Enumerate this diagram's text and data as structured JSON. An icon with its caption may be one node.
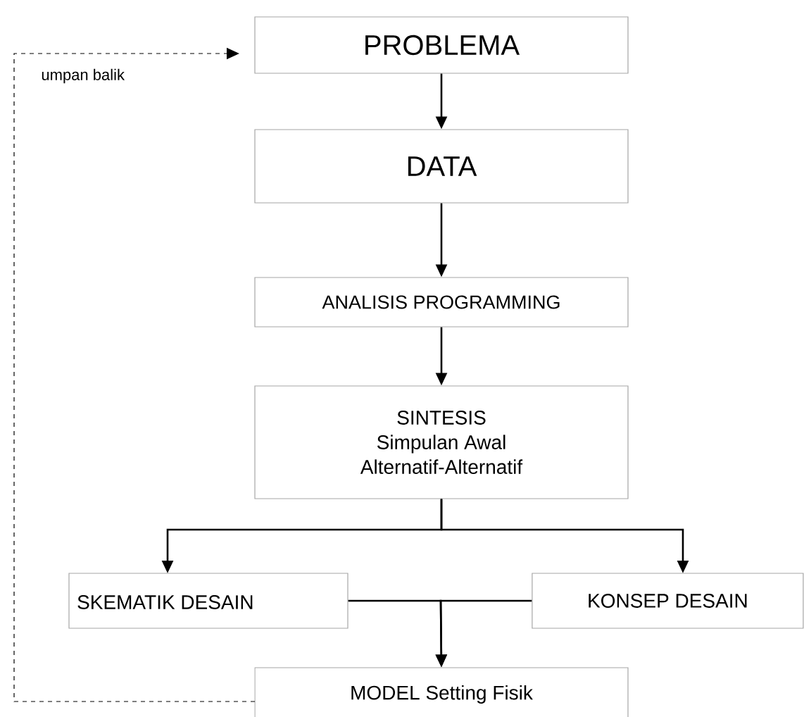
{
  "diagram": {
    "nodes": [
      {
        "text": [
          "PROBLEMA"
        ]
      },
      {
        "text": [
          "DATA"
        ]
      },
      {
        "text": [
          "ANALISIS PROGRAMMING"
        ]
      },
      {
        "text": [
          "SINTESIS",
          "Simpulan Awal Alternatif-Alternatif"
        ]
      },
      {
        "text": [
          "SKEMATIK DESAIN"
        ]
      },
      {
        "text": [
          "KONSEP DESAIN"
        ]
      },
      {
        "text": [
          "MODEL Setting Fisik"
        ]
      }
    ],
    "edges": [
      {
        "from": 0,
        "to": 1,
        "arrow": "to"
      },
      {
        "from": 1,
        "to": 2,
        "arrow": "to"
      },
      {
        "from": 2,
        "to": 3,
        "arrow": "to"
      },
      {
        "from": 3,
        "to": 4,
        "arrow": "to"
      },
      {
        "from": 3,
        "to": 5,
        "arrow": "to"
      },
      {
        "from": 4,
        "to": 6,
        "arrow": "to"
      },
      {
        "from": 5,
        "to": 6,
        "arrow": "to"
      },
      {
        "from": 6,
        "to": 0,
        "arrow": "to",
        "style": "dashed",
        "label": "umpan balik"
      }
    ]
  }
}
